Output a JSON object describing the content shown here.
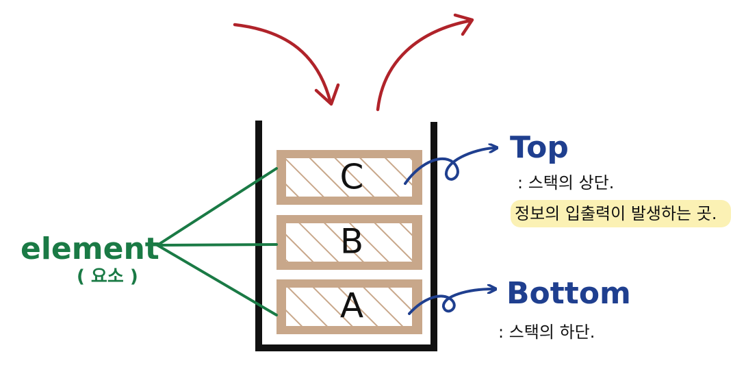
{
  "elements": [
    {
      "letter": "C"
    },
    {
      "letter": "B"
    },
    {
      "letter": "A"
    }
  ],
  "top": {
    "label": "Top",
    "desc1": ": 스택의 상단.",
    "desc2": "정보의 입출력이 발생하는 곳."
  },
  "bottom": {
    "label": "Bottom",
    "desc": ": 스택의 하단."
  },
  "element_label": {
    "main": "element",
    "sub": "( 요소 )"
  },
  "colors": {
    "push_pop_arrow": "#b0232a",
    "container": "#111111",
    "box_fill": "#c8a78a",
    "box_inner": "#ffffff",
    "hatch": "#c8a78a",
    "blue": "#1f3f8f",
    "green": "#1a7a45",
    "highlight": "#fbf1b4"
  },
  "icons": {
    "push_arrow": "push-arrow-icon",
    "pop_arrow": "pop-arrow-icon"
  }
}
